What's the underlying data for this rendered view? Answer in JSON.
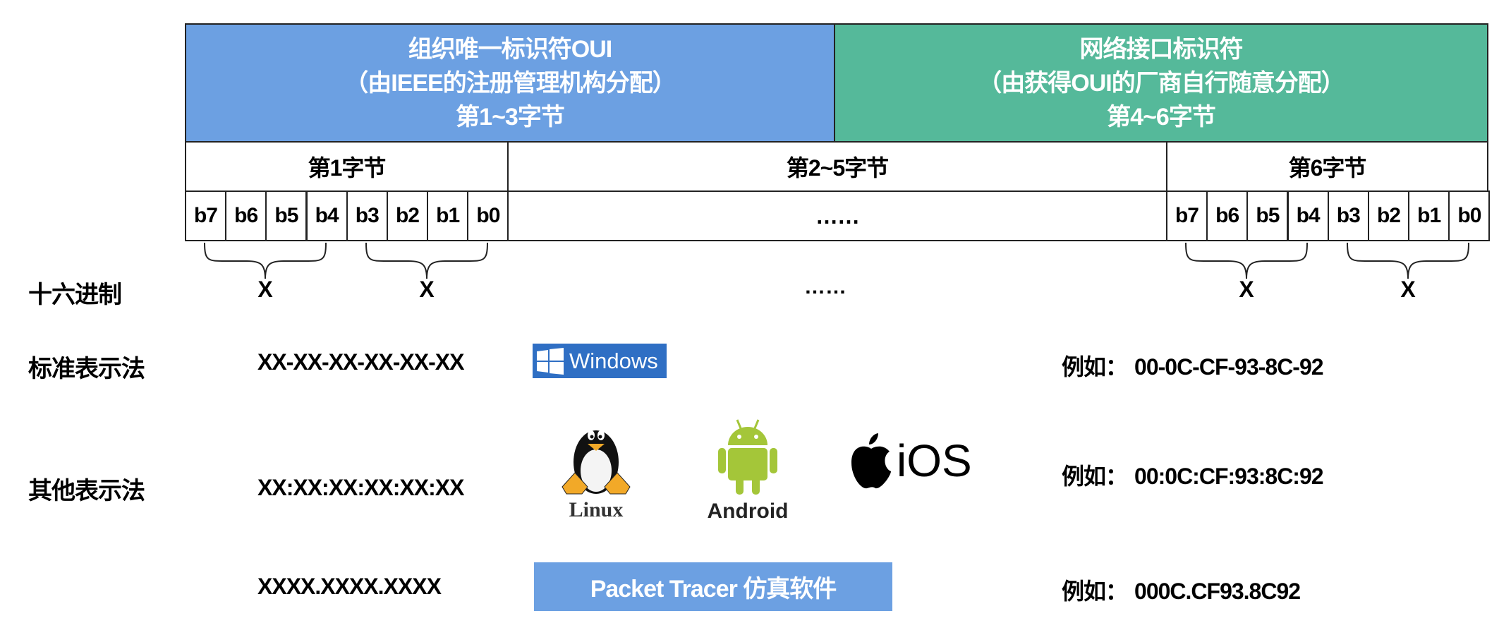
{
  "oui": {
    "line1": "组织唯一标识符OUI",
    "line2": "（由IEEE的注册管理机构分配）",
    "line3": "第1~3字节",
    "color": "#6CA0E2"
  },
  "nic": {
    "line1": "网络接口标识符",
    "line2": "（由获得OUI的厂商自行随意分配）",
    "line3": "第4~6字节",
    "color": "#55B99A"
  },
  "bytes": {
    "first": "第1字节",
    "middle": "第2~5字节",
    "last": "第6字节"
  },
  "bits": [
    "b7",
    "b6",
    "b5",
    "b4",
    "b3",
    "b2",
    "b1",
    "b0"
  ],
  "ellipsis": "……",
  "hex_label": "十六进制",
  "hex_digit": "X",
  "rows": [
    {
      "label": "标准表示法",
      "format": "XX-XX-XX-XX-XX-XX",
      "example_prefix": "例如：",
      "example": "00-0C-CF-93-8C-92"
    },
    {
      "label": "其他表示法",
      "format": "XX:XX:XX:XX:XX:XX",
      "example_prefix": "例如：",
      "example": "00:0C:CF:93:8C:92"
    },
    {
      "label": "",
      "format": "XXXX.XXXX.XXXX",
      "example_prefix": "例如：",
      "example": "000C.CF93.8C92"
    }
  ],
  "logos": {
    "windows": "Windows",
    "linux": "Linux",
    "android": "Android",
    "ios": "iOS"
  },
  "packet_tracer": "Packet Tracer 仿真软件"
}
